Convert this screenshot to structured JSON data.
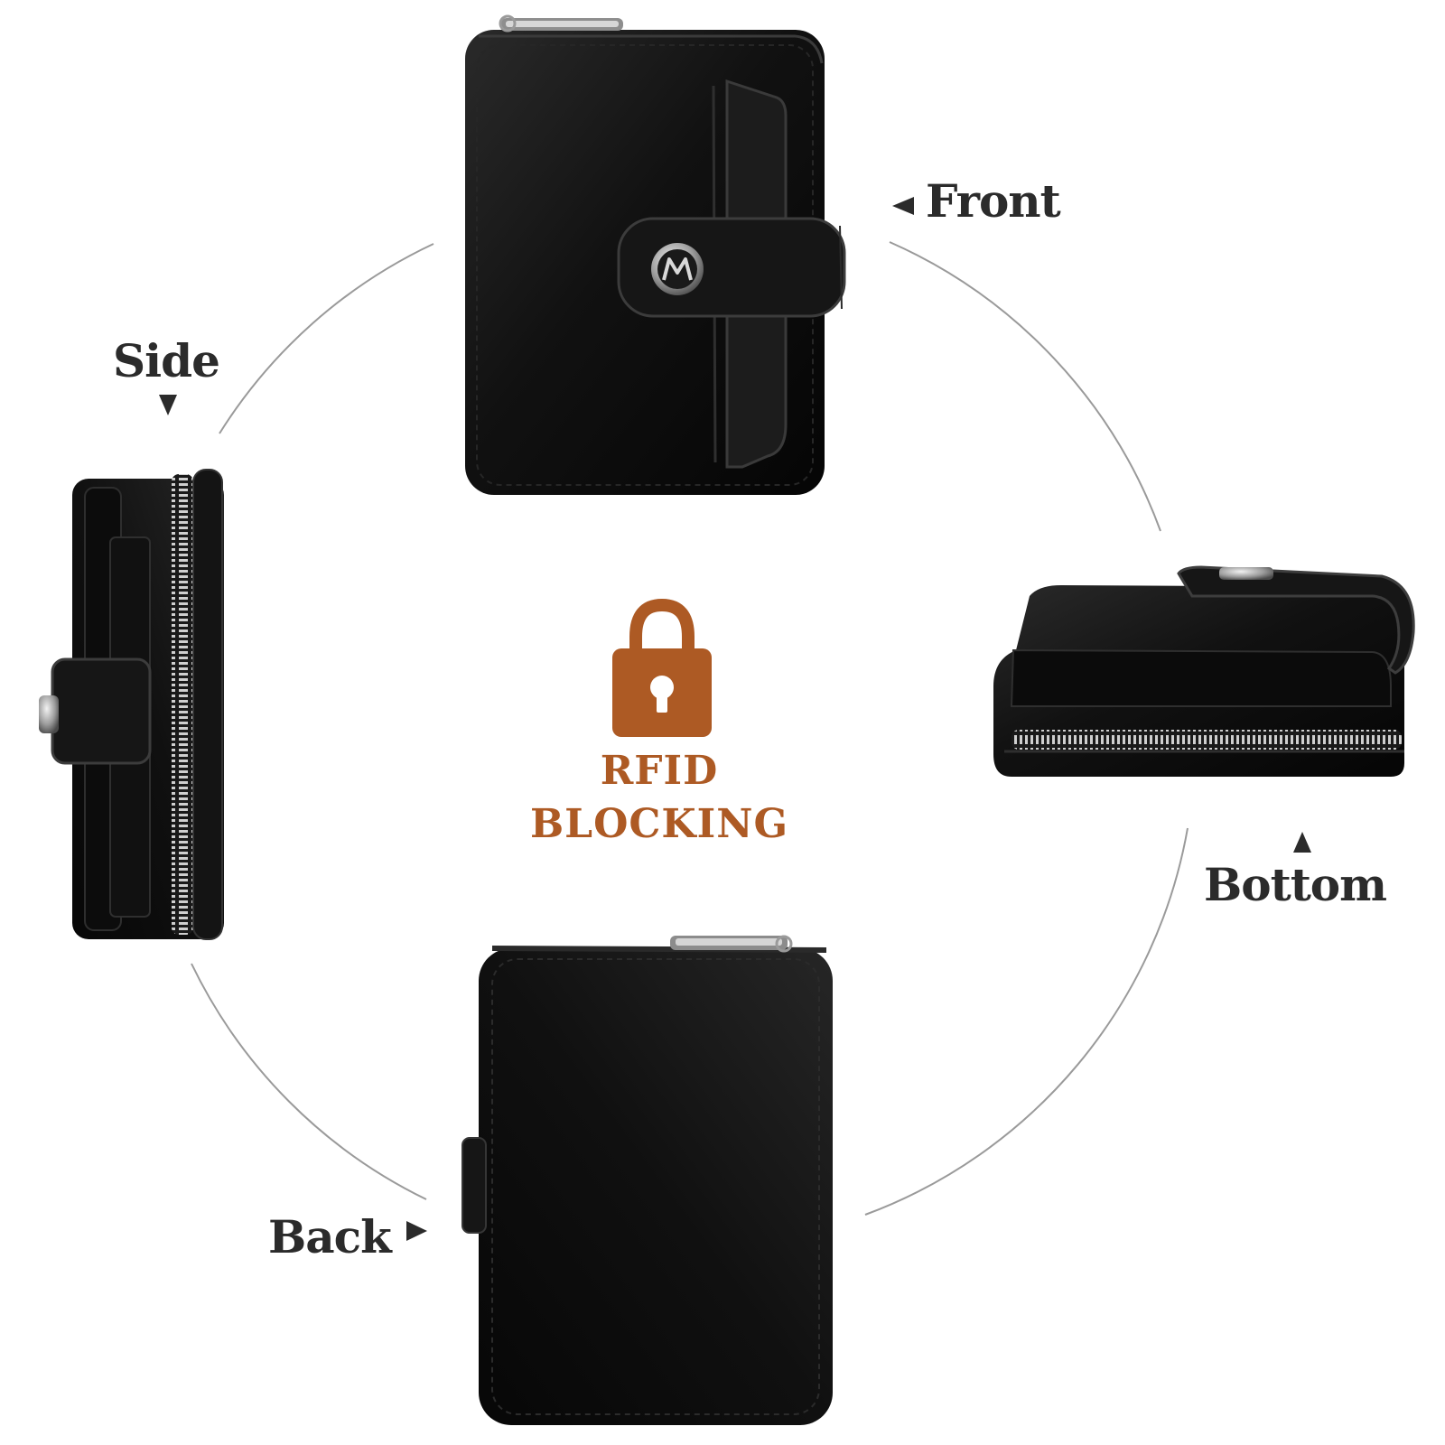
{
  "labels": {
    "front": "Front",
    "side": "Side",
    "bottom": "Bottom",
    "back": "Back"
  },
  "badge": {
    "line1": "RFID",
    "line2": "BLOCKING",
    "color": "#ad5a24",
    "icon": "padlock-icon"
  },
  "colors": {
    "leather": "#151515",
    "ring": "#9a9a9a",
    "label_text": "#2b2b2b"
  }
}
